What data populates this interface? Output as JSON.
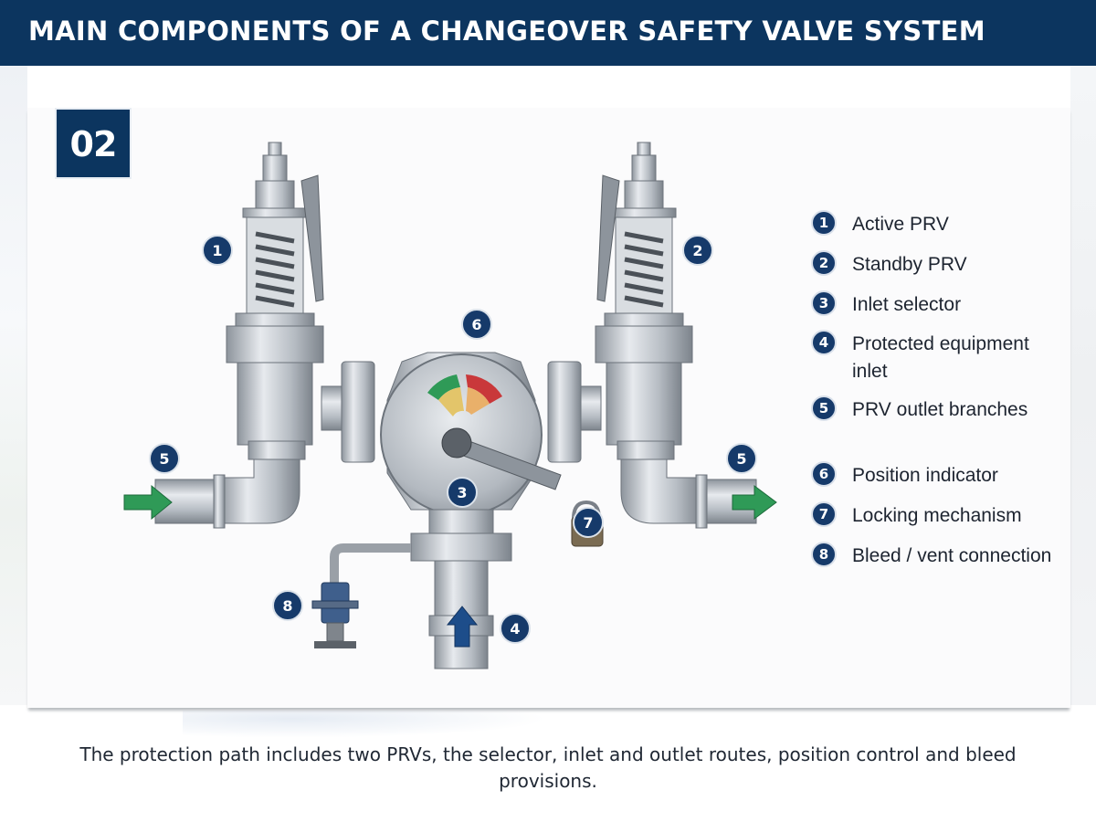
{
  "header": {
    "title": "MAIN COMPONENTS OF A CHANGEOVER SAFETY VALVE SYSTEM"
  },
  "badge": {
    "label": "02"
  },
  "legend": {
    "items": [
      {
        "num": "1",
        "text": "Active PRV"
      },
      {
        "num": "2",
        "text": "Standby PRV"
      },
      {
        "num": "3",
        "text": "Inlet selector"
      },
      {
        "num": "4",
        "text": "Protected equipment inlet"
      },
      {
        "num": "5",
        "text": "PRV outlet branches"
      },
      {
        "num": "6",
        "text": "Position indicator"
      },
      {
        "num": "7",
        "text": "Locking mechanism"
      },
      {
        "num": "8",
        "text": "Bleed / vent connection"
      }
    ]
  },
  "callouts": {
    "prv_1": "1",
    "prv_2": "2",
    "selector_3": "3",
    "inlet_4": "4",
    "outlet_left_5": "5",
    "outlet_right_5": "5",
    "indicator_6": "6",
    "lock_7": "7",
    "bleed_8": "8"
  },
  "colors": {
    "header_bg": "#0c355f",
    "marker_bg": "#163a6a",
    "arrow_green": "#2f9a57",
    "arrow_blue": "#1d4d8a",
    "steel": "#aeb4bb"
  },
  "caption": {
    "text": "The protection path includes two PRVs, the selector, inlet and outlet routes, position control and bleed provisions."
  }
}
